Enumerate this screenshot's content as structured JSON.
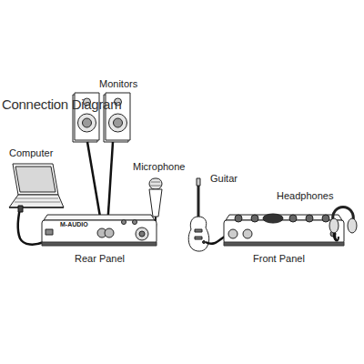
{
  "diagram": {
    "title": "Connection Diagram",
    "labels": [
      "Computer",
      "Monitors",
      "Microphone",
      "Guitar",
      "Headphones",
      "Rear Panel",
      "Front Panel",
      "M-AUDIO"
    ]
  }
}
